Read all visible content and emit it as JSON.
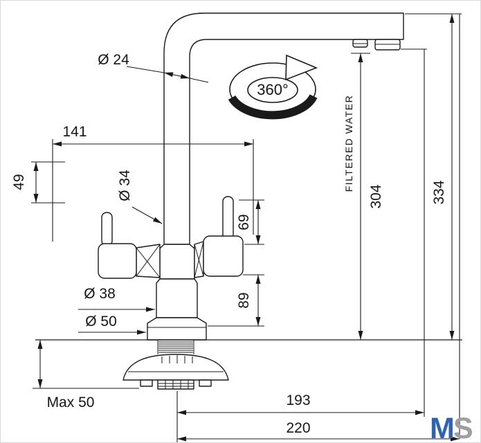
{
  "page": {
    "background": "#ffffff"
  },
  "drawing": {
    "annotations": {
      "spout_diameter": "Ø 24",
      "handle_span": "141",
      "lever_offset": "49",
      "body_diameter": "Ø 34",
      "right_handle_height": "69",
      "swivel": "360°",
      "filtered_water": "FILTERED WATER",
      "height_to_filtered_outlet": "304",
      "total_height": "334",
      "lower_body_diameter": "Ø 38",
      "base_diameter": "Ø 50",
      "lower_body_height": "89",
      "max_counter_thickness": "Max 50",
      "filtered_outlet_reach": "193",
      "spout_reach": "220"
    }
  },
  "watermark": {
    "letter_m": "M",
    "letter_s": "S",
    "m_color": "#2f63ae",
    "s_color": "#9d9fa2"
  },
  "colors": {
    "ink": "#1a1a1a"
  }
}
